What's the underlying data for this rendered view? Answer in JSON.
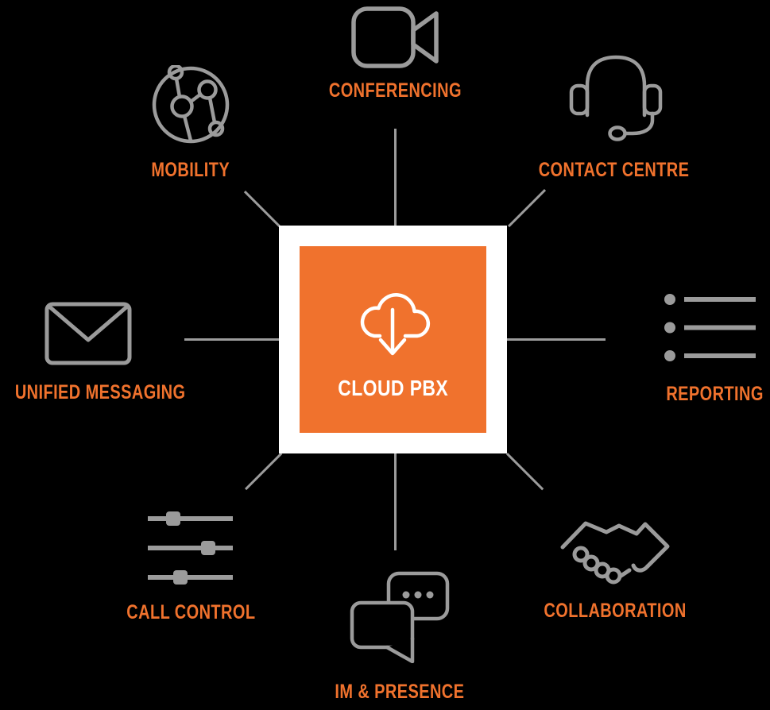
{
  "diagram_title": "Cloud PBX features diagram",
  "colors": {
    "background": "#000000",
    "accent_orange": "#F0722D",
    "icon_gray": "#9B9B9B",
    "line_gray": "#9C9C9C",
    "center_frame": "#FFFFFF",
    "center_text": "#FFFFFF"
  },
  "center": {
    "label": "CLOUD PBX",
    "icon": "cloud-download-icon"
  },
  "nodes": [
    {
      "id": "conferencing",
      "label": "CONFERENCING",
      "icon": "video-camera-icon",
      "position": "top"
    },
    {
      "id": "contact-centre",
      "label": "CONTACT CENTRE",
      "icon": "headset-icon",
      "position": "top-right"
    },
    {
      "id": "reporting",
      "label": "REPORTING",
      "icon": "bullet-list-icon",
      "position": "right"
    },
    {
      "id": "collaboration",
      "label": "COLLABORATION",
      "icon": "handshake-icon",
      "position": "bottom-right"
    },
    {
      "id": "im-presence",
      "label": "IM & PRESENCE",
      "icon": "chat-bubbles-icon",
      "position": "bottom"
    },
    {
      "id": "call-control",
      "label": "CALL CONTROL",
      "icon": "sliders-icon",
      "position": "bottom-left"
    },
    {
      "id": "unified-messaging",
      "label": "UNIFIED MESSAGING",
      "icon": "envelope-icon",
      "position": "left"
    },
    {
      "id": "mobility",
      "label": "MOBILITY",
      "icon": "globe-network-icon",
      "position": "top-left"
    }
  ],
  "connectors": {
    "count": 8,
    "style": "radial spokes from center box"
  }
}
